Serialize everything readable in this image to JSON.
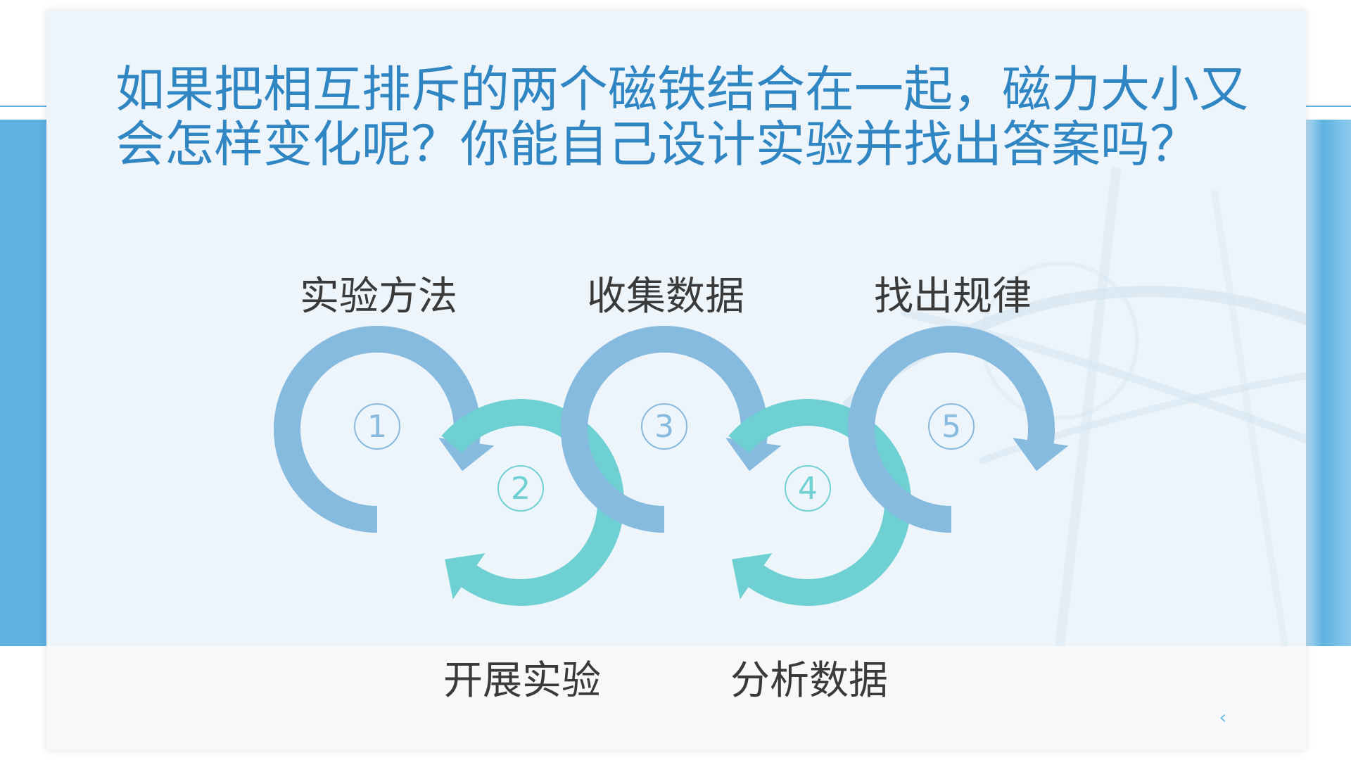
{
  "slide": {
    "title": "如果把相互排斥的两个磁铁结合在一起，磁力大小又会怎样变化呢？你能自己设计实验并找出答案吗？"
  },
  "steps": [
    {
      "number": "1",
      "label": "实验方法"
    },
    {
      "number": "2",
      "label": "开展实验"
    },
    {
      "number": "3",
      "label": "收集数据"
    },
    {
      "number": "4",
      "label": "分析数据"
    },
    {
      "number": "5",
      "label": "找出规律"
    }
  ],
  "colors": {
    "title": "#2f86c3",
    "arrow_blue": "#86badf",
    "arrow_teal": "#6fd0d3",
    "accent_band": "#5fb1e0"
  },
  "nav": {
    "prev_icon": "chevron-left-icon",
    "next_icon": "chevron-right-icon",
    "prev_glyph": "‹",
    "next_glyph": "›"
  }
}
